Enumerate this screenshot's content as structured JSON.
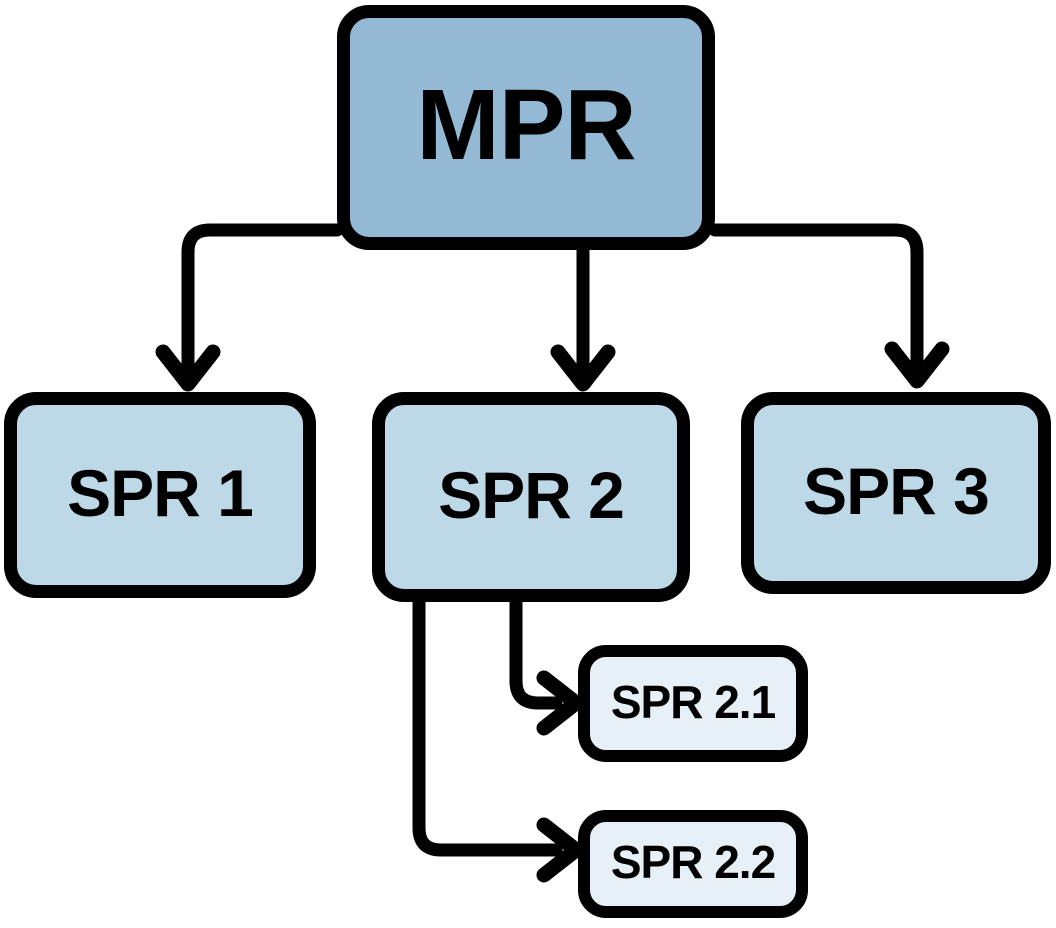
{
  "diagram": {
    "type": "hierarchy-tree",
    "background_color": "#ffffff",
    "stroke_color": "#000000",
    "nodes": {
      "mpr": {
        "label": "MPR",
        "level": 0,
        "fill": "#94b9d4"
      },
      "spr1": {
        "label": "SPR 1",
        "level": 1,
        "fill": "#bdd8e7"
      },
      "spr2": {
        "label": "SPR 2",
        "level": 1,
        "fill": "#bdd8e7"
      },
      "spr3": {
        "label": "SPR 3",
        "level": 1,
        "fill": "#bdd8e7"
      },
      "spr21": {
        "label": "SPR 2.1",
        "level": 2,
        "fill": "#e7f0f7"
      },
      "spr22": {
        "label": "SPR 2.2",
        "level": 2,
        "fill": "#e7f0f7"
      }
    },
    "edges": [
      {
        "from": "MPR",
        "to": "SPR 1",
        "style": "elbow-down-arrow"
      },
      {
        "from": "MPR",
        "to": "SPR 2",
        "style": "straight-down-arrow"
      },
      {
        "from": "MPR",
        "to": "SPR 3",
        "style": "elbow-down-arrow"
      },
      {
        "from": "SPR 2",
        "to": "SPR 2.1",
        "style": "elbow-right-arrow"
      },
      {
        "from": "SPR 2",
        "to": "SPR 2.2",
        "style": "elbow-right-arrow"
      }
    ]
  }
}
